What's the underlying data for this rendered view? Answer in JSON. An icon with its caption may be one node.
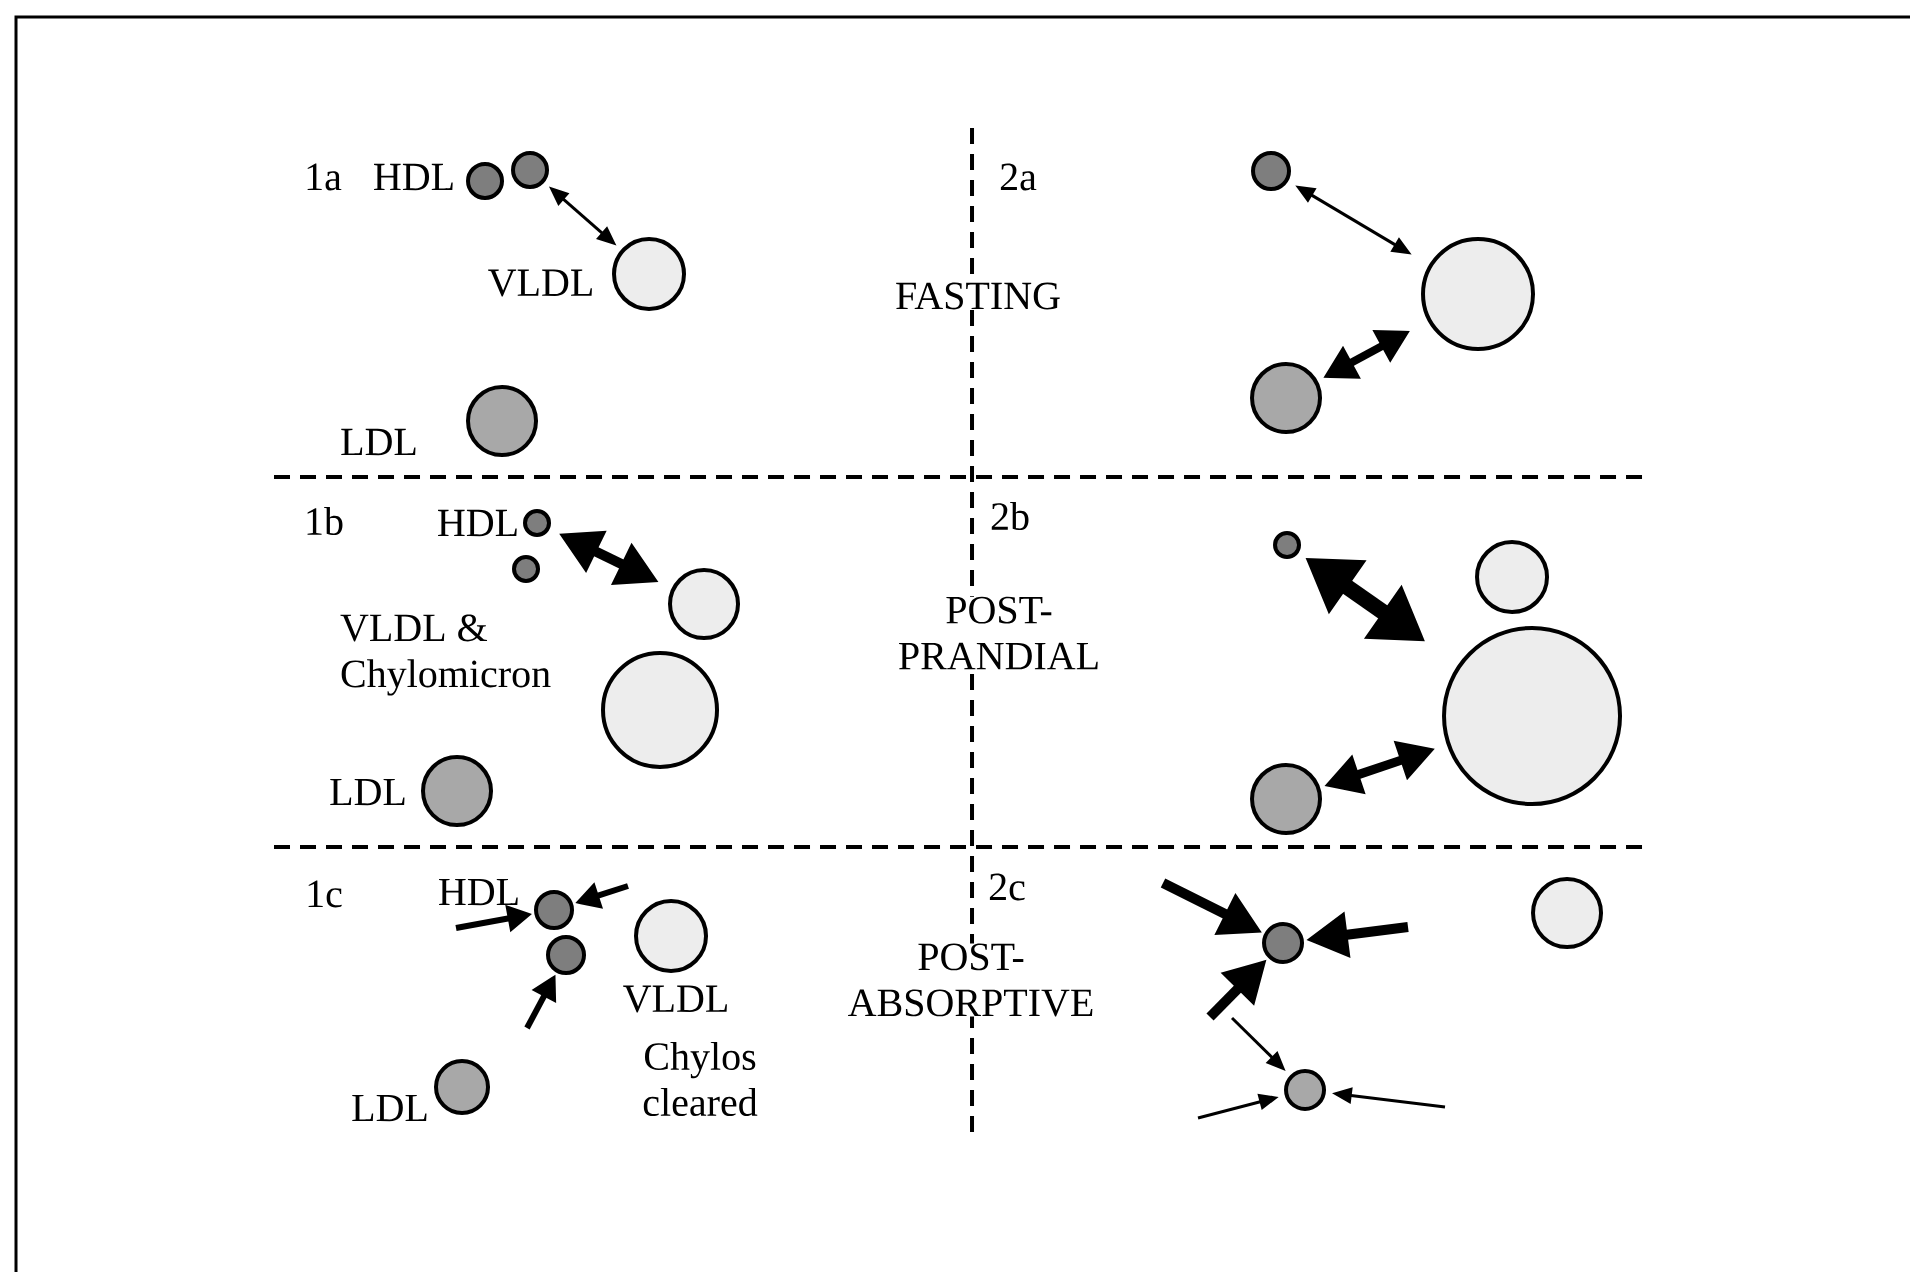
{
  "diagram": {
    "nodes": [
      {
        "text": [],
        "shape": "circle"
      },
      {
        "text": [],
        "shape": "circle"
      },
      {
        "text": [],
        "shape": "circle"
      },
      {
        "text": [],
        "shape": "circle"
      },
      {
        "text": [],
        "shape": "circle"
      },
      {
        "text": [],
        "shape": "circle"
      },
      {
        "text": [],
        "shape": "circle"
      },
      {
        "text": [],
        "shape": "circle"
      },
      {
        "text": [],
        "shape": "circle"
      },
      {
        "text": [],
        "shape": "circle"
      },
      {
        "text": [],
        "shape": "circle"
      },
      {
        "text": [],
        "shape": "circle"
      },
      {
        "text": [],
        "shape": "circle"
      },
      {
        "text": [],
        "shape": "circle"
      },
      {
        "text": [],
        "shape": "circle"
      },
      {
        "text": [],
        "shape": "circle"
      },
      {
        "text": [],
        "shape": "circle"
      },
      {
        "text": [],
        "shape": "circle"
      },
      {
        "text": [],
        "shape": "circle"
      },
      {
        "text": [],
        "shape": "circle"
      },
      {
        "text": [],
        "shape": "circle"
      },
      {
        "text": [],
        "shape": "circle"
      },
      {
        "text": [],
        "shape": "circle"
      }
    ],
    "edges": [
      {
        "from": 1,
        "to": 2,
        "arrow": "both"
      },
      {
        "from": 4,
        "to": 5,
        "arrow": "both"
      },
      {
        "from": 6,
        "to": 5,
        "arrow": "both"
      },
      {
        "from": 7,
        "to": 9,
        "arrow": "both"
      },
      {
        "from": 12,
        "to": 14,
        "arrow": "both",
        "style": "thick"
      },
      {
        "from": 15,
        "to": 14,
        "arrow": "both"
      },
      {
        "from": null,
        "to": 16,
        "arrow": "to"
      },
      {
        "from": null,
        "to": 16,
        "arrow": "to"
      },
      {
        "from": null,
        "to": 17,
        "arrow": "to"
      },
      {
        "from": null,
        "to": 20,
        "arrow": "to"
      },
      {
        "from": null,
        "to": 20,
        "arrow": "to"
      },
      {
        "from": null,
        "to": 20,
        "arrow": "to"
      },
      {
        "from": null,
        "to": 22,
        "arrow": "to"
      },
      {
        "from": null,
        "to": 22,
        "arrow": "to"
      },
      {
        "from": null,
        "to": 22,
        "arrow": "to"
      }
    ],
    "labels": [
      "1a",
      "HDL",
      "2a",
      "VLDL",
      "FASTING",
      "LDL",
      "1b",
      "HDL",
      "2b",
      "VLDL & Chylomicron",
      "POST- PRANDIAL",
      "LDL",
      "1c",
      "HDL",
      "2c",
      "VLDL",
      "POST- ABSORPTIVE",
      "Chylos cleared",
      "LDL"
    ]
  }
}
